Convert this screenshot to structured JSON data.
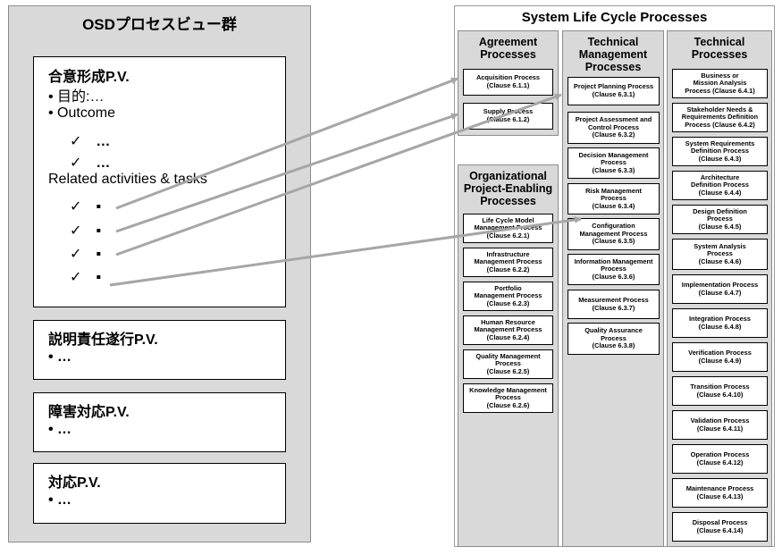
{
  "osd": {
    "title": "OSDプロセスビュー群",
    "agreement_pv": {
      "title": "合意形成P.V.",
      "purpose": "• 目的:…",
      "outcome": "• Outcome",
      "outcome_items": [
        "✓　…",
        "✓　…"
      ],
      "related": "Related activities & tasks",
      "tasks": [
        "✓　▪",
        "✓　▪",
        "✓　▪",
        "✓　▪"
      ]
    },
    "accountability_pv": {
      "title": "説明責任遂行P.V.",
      "bullet": "• …"
    },
    "incident_pv": {
      "title": "障害対応P.V.",
      "bullet": "• …"
    },
    "response_pv": {
      "title": "対応P.V.",
      "bullet": "• …"
    }
  },
  "lifecycle": {
    "title": "System Life Cycle Processes",
    "agreement": {
      "heading": "Agreement\nProcesses",
      "items": [
        "Acquisition Process\n(Clause 6.1.1)",
        "Supply Process\n(Clause 6.1.2)"
      ]
    },
    "organizational": {
      "heading": "Organizational\nProject-Enabling\nProcesses",
      "items": [
        "Life Cycle Model\nManagement Process\n(Clause 6.2.1)",
        "Infrastructure\nManagement Process\n(Clause 6.2.2)",
        "Portfolio\nManagement Process\n(Clause 6.2.3)",
        "Human Resource\nManagement Process\n(Clause 6.2.4)",
        "Quality Management\nProcess\n(Clause 6.2.5)",
        "Knowledge Management\nProcess\n(Clause 6.2.6)"
      ]
    },
    "technical_management": {
      "heading": "Technical\nManagement\nProcesses",
      "items": [
        "Project Planning Process\n(Clause 6.3.1)",
        "Project Assessment and\nControl Process\n(Clause 6.3.2)",
        "Decision Management\nProcess\n(Clause 6.3.3)",
        "Risk Management\nProcess\n(Clause 6.3.4)",
        "Configuration\nManagement Process\n(Clause 6.3.5)",
        "Information Management\nProcess\n(Clause 6.3.6)",
        "Measurement Process\n(Clause 6.3.7)",
        "Quality Assurance\nProcess\n(Clause 6.3.8)"
      ]
    },
    "technical": {
      "heading": "Technical\nProcesses",
      "items": [
        "Business or\nMission Analysis\nProcess (Clause 6.4.1)",
        "Stakeholder Needs &\nRequirements Definition\nProcess (Clause 6.4.2)",
        "System Requirements\nDefinition Process\n(Clause 6.4.3)",
        "Architecture\nDefinition Process\n(Clause 6.4.4)",
        "Design Definition\nProcess\n(Clause 6.4.5)",
        "System Analysis\nProcess\n(Clause 6.4.6)",
        "Implementation Process\n(Clause 6.4.7)",
        "Integration Process\n(Clause 6.4.8)",
        "Verification Process\n(Clause 6.4.9)",
        "Transition Process\n(Clause 6.4.10)",
        "Validation Process\n(Clause 6.4.11)",
        "Operation Process\n(Clause 6.4.12)",
        "Maintenance Process\n(Clause 6.4.13)",
        "Disposal Process\n(Clause 6.4.14)"
      ]
    }
  },
  "colors": {
    "arrow": "#a6a6a6",
    "panel_gray": "#d9d9d9"
  }
}
